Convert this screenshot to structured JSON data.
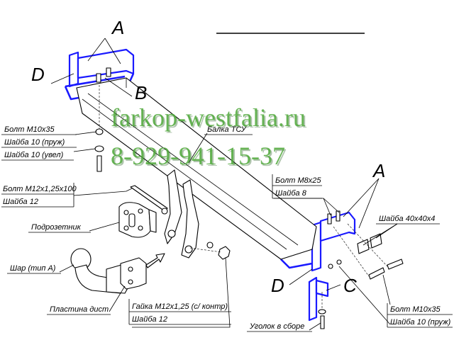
{
  "header_line": "",
  "watermark": {
    "site": "farkop-westfalia.ru",
    "phone": "8-929-941-15-37",
    "color": "#4fa83a"
  },
  "letters": {
    "a_top": "A",
    "d_left": "D",
    "b_mid": "B",
    "a_right": "A",
    "d_bottom": "D",
    "c_bottom": "C"
  },
  "labels": {
    "bolt_m10_left": "Болт М10х35",
    "washer_spring_left": "Шайба 10 (пруж)",
    "washer_flat_left": "Шайба 10 (увел)",
    "beam": "Балка ТСУ",
    "bolt_m12": "Болт М12х1,25х100",
    "washer_12_left": "Шайба 12",
    "ball_plate": "Подрозетник",
    "ball": "Шар (тип А)",
    "plate": "Пластина дист",
    "nut_m12": "Гайка М12х1,25 (с/ контр)",
    "washer_12_bottom": "Шайба 12",
    "bolt_m8": "Болт М8х25",
    "washer_8": "Шайба 8",
    "washer_40": "Шайба 40х40х4",
    "corner": "Уголок в сборе",
    "bolt_m10_right": "Болт М10х35",
    "washer_spring_right": "Шайба 10 (пруж)"
  },
  "colors": {
    "frame": "#1a1aff",
    "ink": "#000000"
  }
}
